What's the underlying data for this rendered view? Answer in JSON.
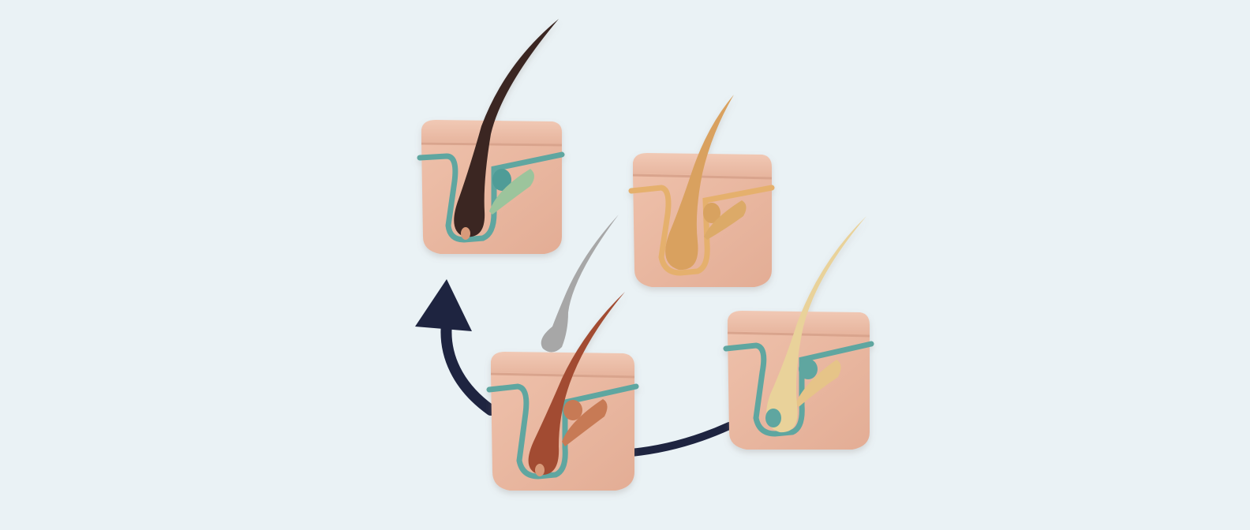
{
  "diagram": {
    "kind": "hair follicle cycle",
    "labels_present": false,
    "background_color": "#eaf2f5",
    "arrow_color": "#1e2440",
    "skin_colors": {
      "top": "#ecbfa8",
      "front": "#e9b8a1",
      "edge": "#d9a48d"
    },
    "sheath_color": "#5fa6a0",
    "stages": [
      {
        "id": "stage-1",
        "hair_color": "#3a2620",
        "gland_color": "#9cc49c",
        "sheath": "#5fa6a0"
      },
      {
        "id": "stage-2",
        "hair_color": "#d9a15e",
        "gland_color": "#dcaa68",
        "sheath": "#e5b06d"
      },
      {
        "id": "stage-3",
        "hair_color": "#e9d29a",
        "gland_color": "#e6c488",
        "sheath": "#5fa6a0"
      },
      {
        "id": "stage-4",
        "hair_color": "#a24c30",
        "gland_color": "#c77a55",
        "sheath": "#5fa6a0",
        "shed_hair_color": "#a7a7a7"
      }
    ],
    "flow": [
      "stage-3",
      "stage-4",
      "stage-1"
    ]
  }
}
